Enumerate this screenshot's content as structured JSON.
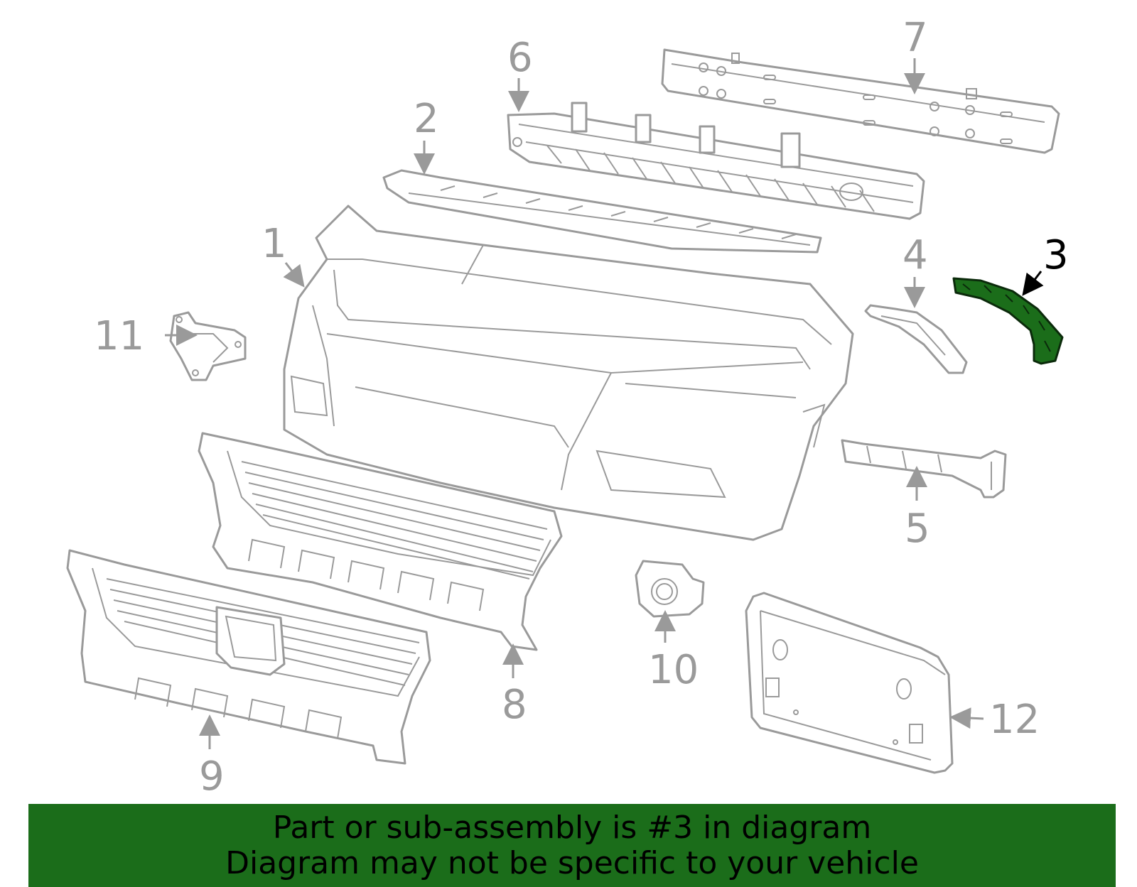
{
  "callouts": {
    "c1": "1",
    "c2": "2",
    "c3": "3",
    "c4": "4",
    "c5": "5",
    "c6": "6",
    "c7": "7",
    "c8": "8",
    "c9": "9",
    "c10": "10",
    "c11": "11",
    "c12": "12"
  },
  "highlight_part": "3",
  "colors": {
    "highlight": "#1b6d1a",
    "line": "#9a9a9a",
    "banner": "#1b6d1a"
  },
  "banner": {
    "line1": "Part or sub-assembly is #3 in diagram",
    "line2": "Diagram may not be specific to your vehicle"
  }
}
